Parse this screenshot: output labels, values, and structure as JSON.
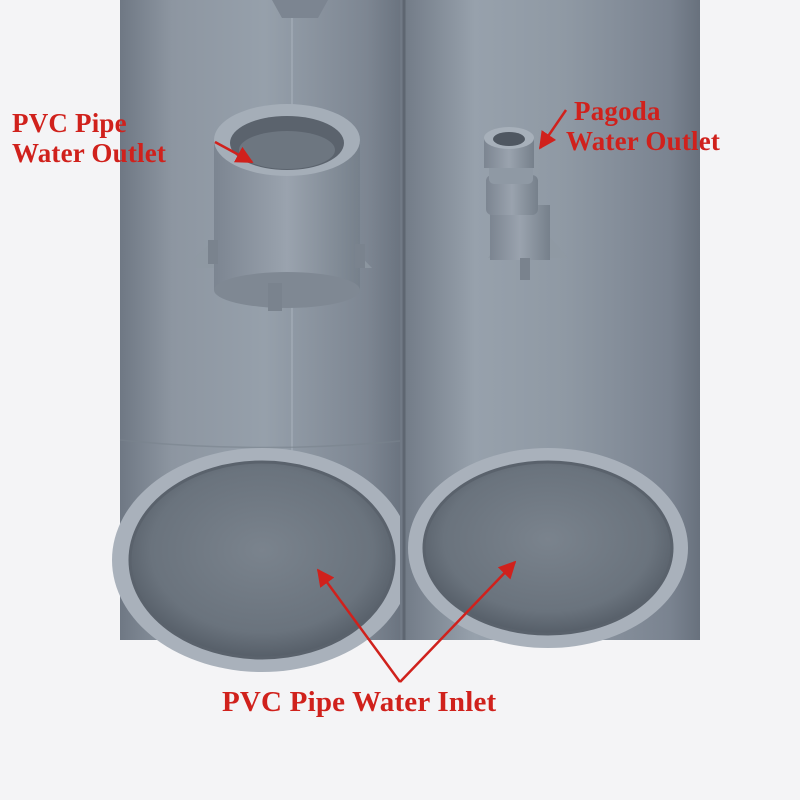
{
  "labels": {
    "pvc_outlet": {
      "line1": "PVC Pipe",
      "line2": "Water Outlet"
    },
    "pagoda_outlet": {
      "line1": "Pagoda",
      "line2": "Water Outlet"
    },
    "inlet": "PVC Pipe Water Inlet"
  },
  "colors": {
    "annotation": "#d0211c",
    "pipe": "#8a939e",
    "background": "#f4f4f6"
  }
}
